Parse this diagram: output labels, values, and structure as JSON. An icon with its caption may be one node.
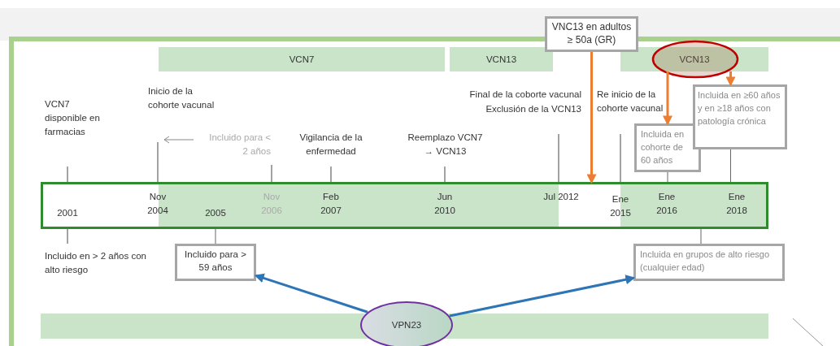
{
  "diagram": {
    "nodes": [
      {
        "text": [
          "VCN7"
        ]
      },
      {
        "text": [
          "VCN13"
        ]
      },
      {
        "text": [
          "VCN13"
        ]
      },
      {
        "text": [
          "VNC13 en adultos ≥ 50a (GR)"
        ]
      },
      {
        "text": [
          "Incluida en cohorte de 60 años"
        ]
      },
      {
        "text": [
          "Incluida en ≥60 años y en ≥18 años con patología crónica"
        ]
      },
      {
        "text": [
          "Incluido para > 59 años"
        ]
      },
      {
        "text": [
          "Incluida en grupos de alto riesgo (cualquier edad)"
        ]
      },
      {
        "text": [
          "VPN23"
        ]
      },
      {
        "text": [],
        "shape": "bar"
      },
      {
        "text": [],
        "shape": "bar"
      }
    ],
    "edges": [
      {
        "from": 3,
        "to": 9,
        "arrow": "to",
        "color": "#ed7d31"
      },
      {
        "from": 2,
        "to": 4,
        "arrow": "to",
        "color": "#ed7d31"
      },
      {
        "from": 2,
        "to": 5,
        "arrow": "to",
        "color": "#ed7d31"
      },
      {
        "from": 8,
        "to": 6,
        "arrow": "to",
        "color": "#2e75b6"
      },
      {
        "from": 8,
        "to": 7,
        "arrow": "to",
        "color": "#2e75b6"
      },
      {
        "from": 4,
        "to": 9,
        "arrow": "none"
      },
      {
        "from": 5,
        "to": 9,
        "arrow": "none"
      },
      {
        "from": 6,
        "to": 9,
        "arrow": "none"
      },
      {
        "from": 7,
        "to": 9,
        "arrow": "none"
      }
    ],
    "labels": [
      "VCN7 disponible en farmacias",
      "Inicio de la cohorte vacunal",
      "Incluido para < 2 años",
      "Vigilancia de la enfermedad",
      "Reemplazo VCN7 → VCN13",
      "Final de la coborte vacunal",
      "Exclusión de la VCN13",
      "Re inicio de la cohorte vacunal",
      "2001",
      "Nov 2004",
      "2005",
      "Nov 2006",
      "Feb 2007",
      "Jun 2010",
      "Jul 2012",
      "Ene 2015",
      "Ene 2016",
      "Ene 2018",
      "Incluido en > 2 años con alto riesgo"
    ]
  }
}
